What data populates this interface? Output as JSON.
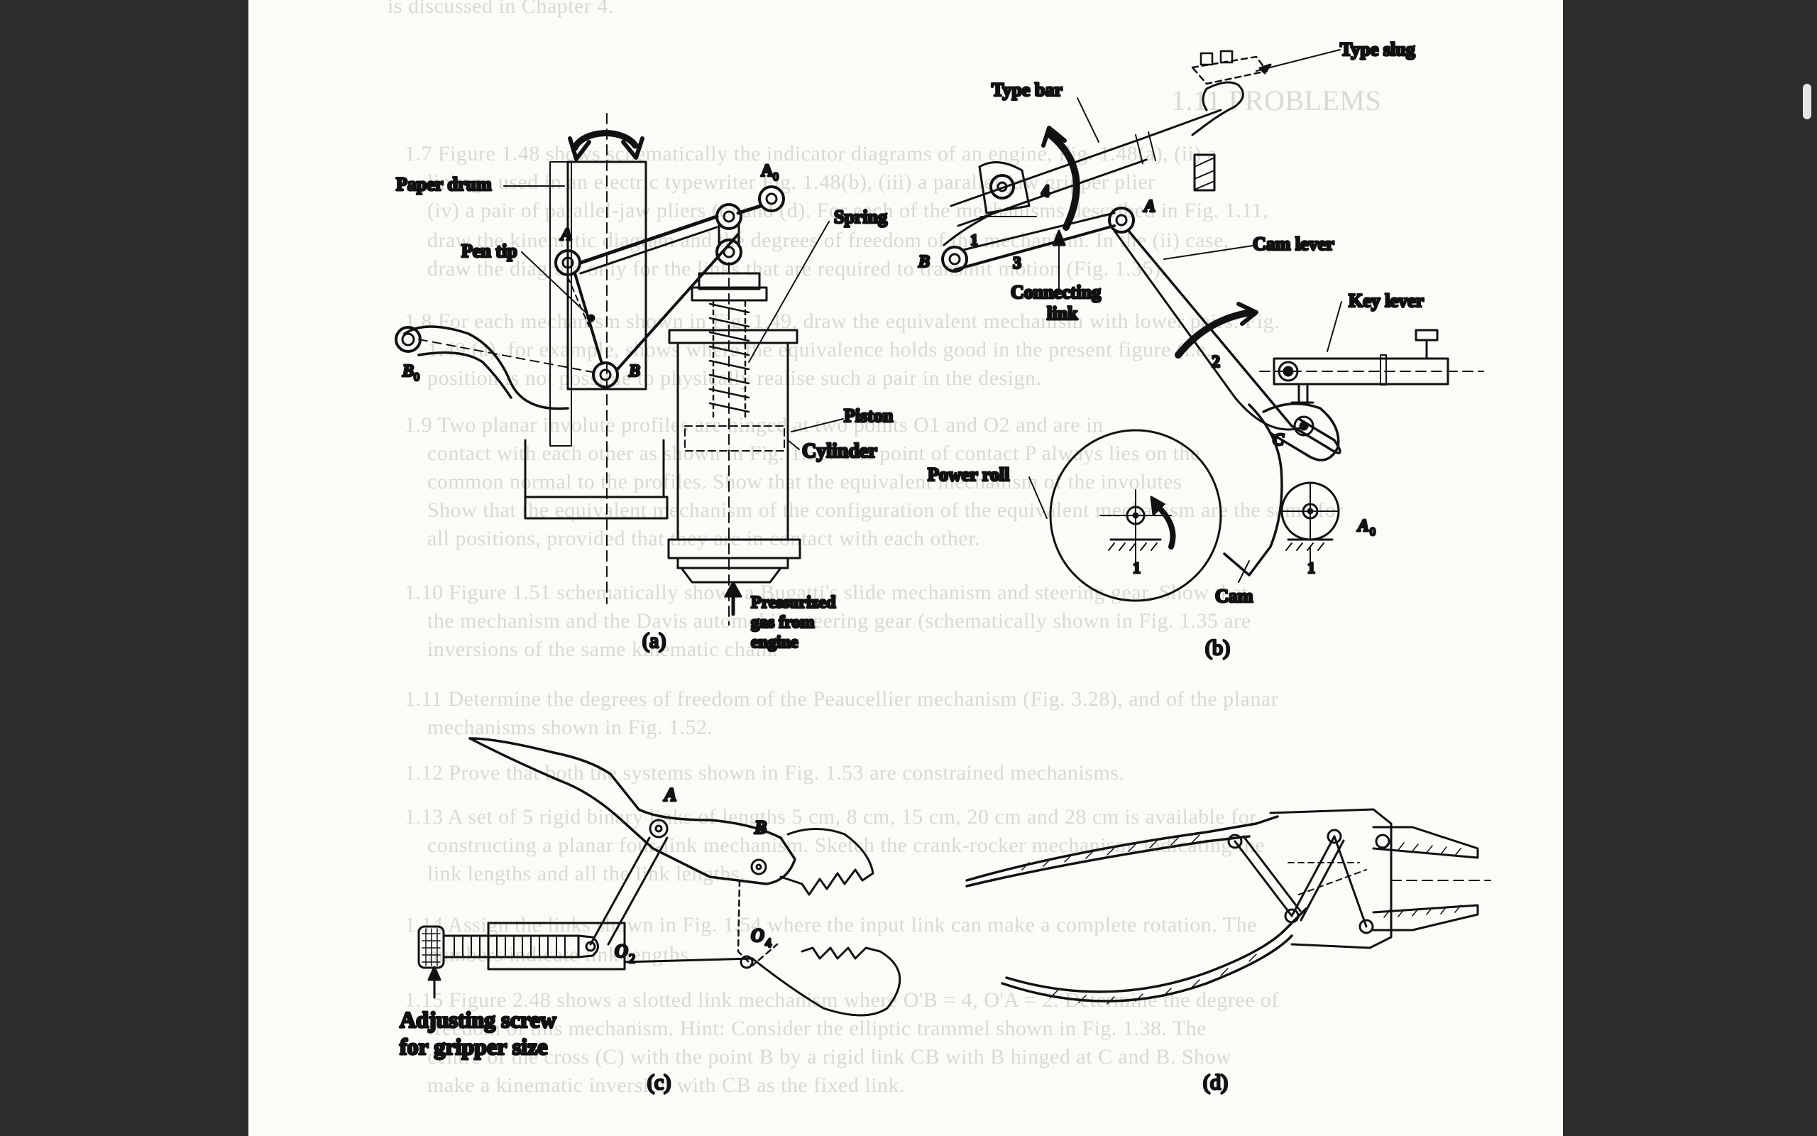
{
  "bleed_text": [
    "is discussed in Chapter 4.",
    "1.11 PROBLEMS",
    "1.7 Figure 1.48 shows schematically the indicator diagrams of an engine, Fig. 1.48(a), (ii) a",
    "linkage used in an electric typewriter Fig. 1.48(b), (iii) a parallel-jaw gripper plier",
    "(iv) a pair of parallel-jaw pliers (c) and (d). For each of the mechanisms described in Fig. 1.11,",
    "draw the kinematic diagram and the degrees of freedom of the mechanism. In the (ii) case,",
    "draw the diagram only for the links that are required to transmit motion (Fig. 1.35).",
    "1.8 For each mechanism shown in Fig. 1.49, draw the equivalent mechanism with lower pairs. Fig.",
    "1.49 (a), for example, shows where the equivalence holds good in the present figure (i.e.",
    "position is not possible to physically realise such a pair in the design.",
    "1.9 Two planar involute profiles are hinged at two points O1 and O2 and are in",
    "contact with each other as shown in Fig. 1.50. The point of contact P always lies on the",
    "common normal to the profiles. Show that the equivalent mechanism of the involutes",
    "Show that the equivalent mechanism of the configuration of the equivalent mechanism are the same for",
    "all positions, provided that they are in contact with each other.",
    "1.10 Figure 1.51 schematically shows a Bugatti's slide mechanism and steering gear. Show that",
    "the mechanism and the Davis automobile steering gear (schematically shown in Fig. 1.35 are",
    "inversions of the same kinematic chain.",
    "1.11 Determine the degrees of freedom of the Peaucellier mechanism (Fig. 3.28), and of the planar",
    "mechanisms shown in Fig. 1.52.",
    "1.12 Prove that both the systems shown in Fig. 1.53 are constrained mechanisms.",
    "1.13 A set of 5 rigid binary links of lengths 5 cm, 8 cm, 15 cm, 20 cm and 28 cm is available for",
    "constructing a planar four-link mechanism. Sketch the crank-rocker mechanism, indicating the",
    "link lengths and all the link lengths.",
    "1.14 Assign the links shown in Fig. 1.54 where the input link can make a complete rotation. The",
    "numbers indicate link lengths.",
    "1.15 Figure 2.48 shows a slotted link mechanism where O'B = 4, O'A = 2. Determine the degree of",
    "freedom of this mechanism. Hint: Consider the elliptic trammel shown in Fig. 1.38. The",
    "centre of the cross (C) with the point B by a rigid link CB with B hinged at C and B. Show",
    "make a kinematic inversion with CB as the fixed link."
  ],
  "figure_a": {
    "labels": {
      "a0": "A",
      "a0_sub": "0",
      "paper_drum": "Paper drum",
      "spring": "Spring",
      "a": "A",
      "pen_tip": "Pen tip",
      "b0": "B",
      "b0_sub": "0",
      "b": "B",
      "piston": "Piston",
      "cylinder": "Cylinder",
      "gas_1": "Pressurized",
      "gas_2": "gas from",
      "gas_3": "engine",
      "caption": "(a)"
    }
  },
  "figure_b": {
    "labels": {
      "type_slug": "Type slug",
      "type_bar": "Type bar",
      "four": "4",
      "one_top": "1",
      "b": "B",
      "three": "3",
      "a": "A",
      "connecting_1": "Connecting",
      "connecting_2": "link",
      "cam_lever": "Cam lever",
      "key_lever": "Key lever",
      "two": "2",
      "c": "C",
      "power_roll": "Power roll",
      "one_left": "1",
      "one_right": "1",
      "a0": "A",
      "a0_sub": "0",
      "cam": "Cam",
      "caption": "(b)"
    }
  },
  "figure_c": {
    "labels": {
      "a": "A",
      "b": "B",
      "o4": "O",
      "o4_sub": "4",
      "o2": "O",
      "o2_sub": "2",
      "adjust_1": "Adjusting screw",
      "adjust_2": "for gripper size",
      "caption": "(c)"
    }
  },
  "figure_d": {
    "labels": {
      "caption": "(d)"
    }
  },
  "colors": {
    "page": "#fbfbf8",
    "ink": "#111111",
    "bleed": "#d9d9d4",
    "viewer_bg": "#2b2b2b"
  }
}
